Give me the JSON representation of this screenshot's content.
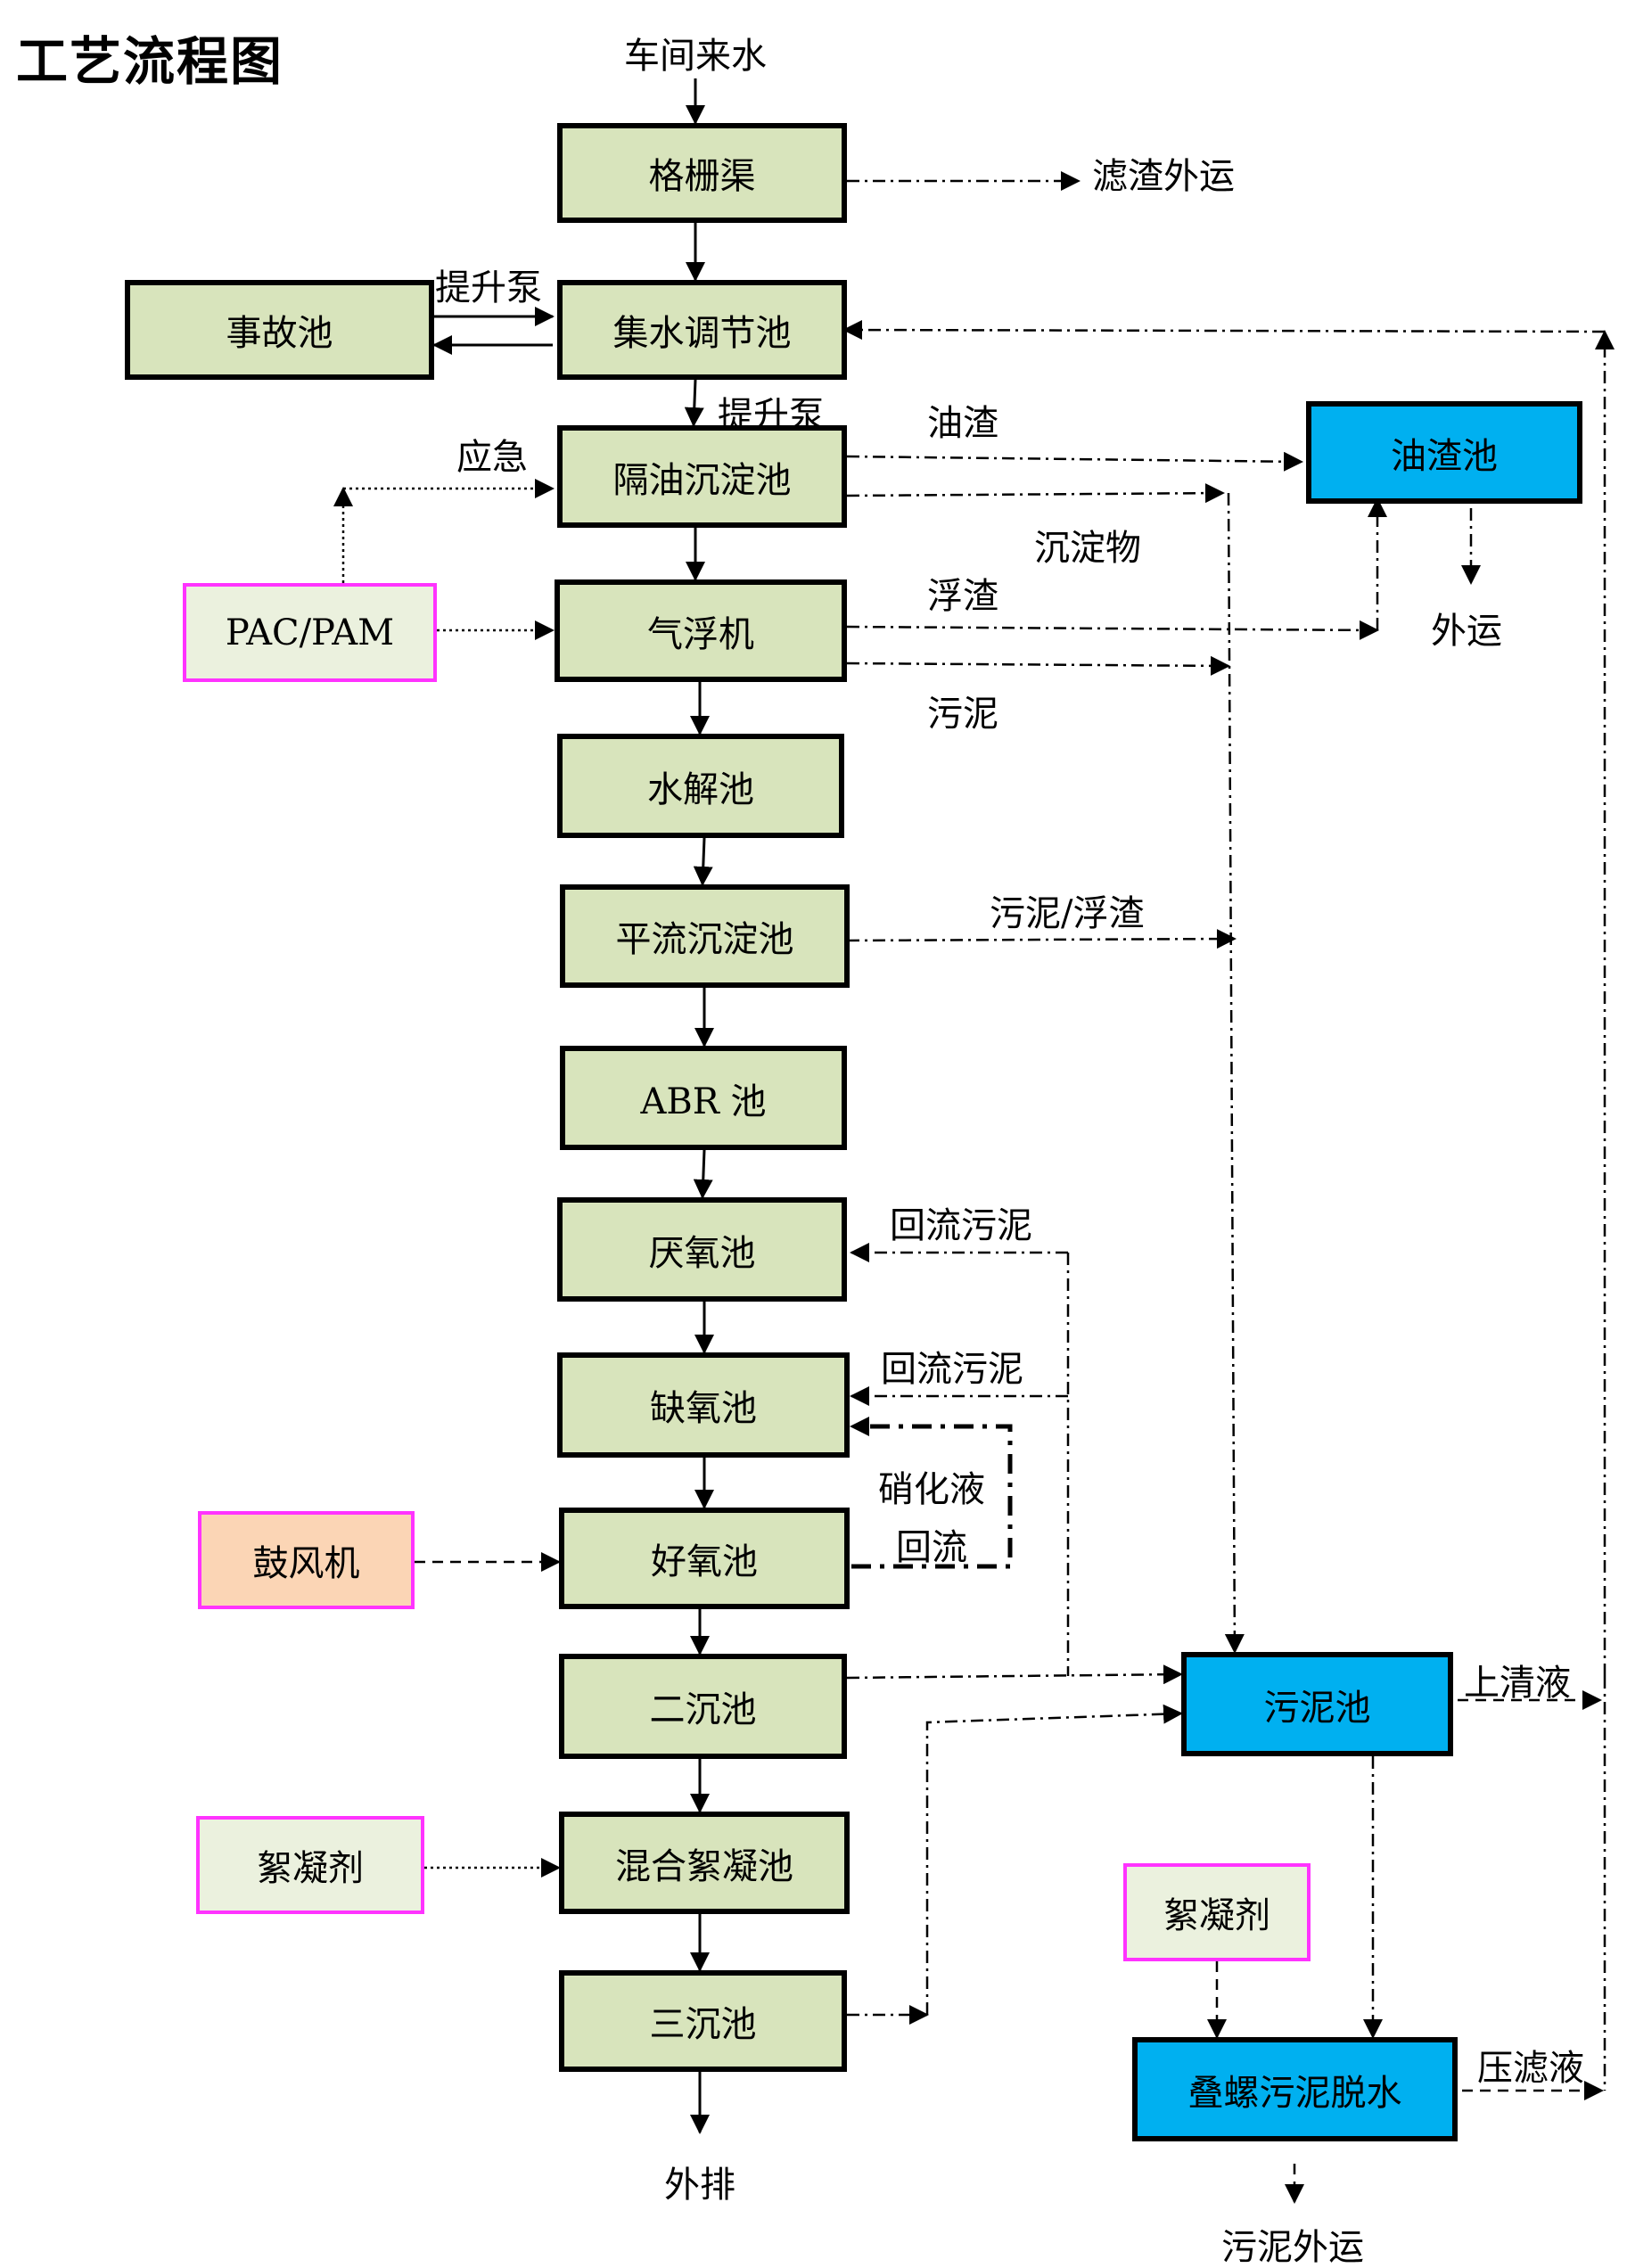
{
  "title": "工艺流程图",
  "inflow_label": "车间来水",
  "process_units": {
    "grille": "格栅渠",
    "regulating": "集水调节池",
    "oil_sep": "隔油沉淀池",
    "flotation": "气浮机",
    "hydrolysis": "水解池",
    "advection": "平流沉淀池",
    "abr": "ABR 池",
    "anaerobic": "厌氧池",
    "anoxic": "缺氧池",
    "aerobic": "好氧池",
    "secondary": "二沉池",
    "mix_floc": "混合絮凝池",
    "tertiary": "三沉池"
  },
  "side_units": {
    "accident": "事故池",
    "oil_residue": "油渣池",
    "sludge_tank": "污泥池",
    "stack_screw": "叠螺污泥脱水"
  },
  "reagents": {
    "pac_pam": "PAC/PAM",
    "blower": "鼓风机",
    "flocculant_1": "絮凝剂",
    "flocculant_2": "絮凝剂"
  },
  "flow_labels": {
    "screen_residue": "滤渣外运",
    "lift_pump_1": "提升泵",
    "lift_pump_2": "提升泵",
    "emergency": "应急",
    "oil_slag": "油渣",
    "sediment": "沉淀物",
    "scum": "浮渣",
    "sludge": "污泥",
    "haul_out": "外运",
    "sludge_scum": "污泥/浮渣",
    "return_sludge_1": "回流污泥",
    "return_sludge_2": "回流污泥",
    "nitrate_1": "硝化液",
    "nitrate_2": "回流",
    "supernatant": "上清液",
    "press_filtrate": "压滤液",
    "discharge": "外排",
    "sludge_out": "污泥外运"
  },
  "colors": {
    "process_fill": "#d8e4bc",
    "blue_fill": "#00b0f0",
    "reagent_fill": "#ebf1de",
    "reagent_border": "#ff33ff",
    "blower_fill": "#fbd5b5"
  }
}
